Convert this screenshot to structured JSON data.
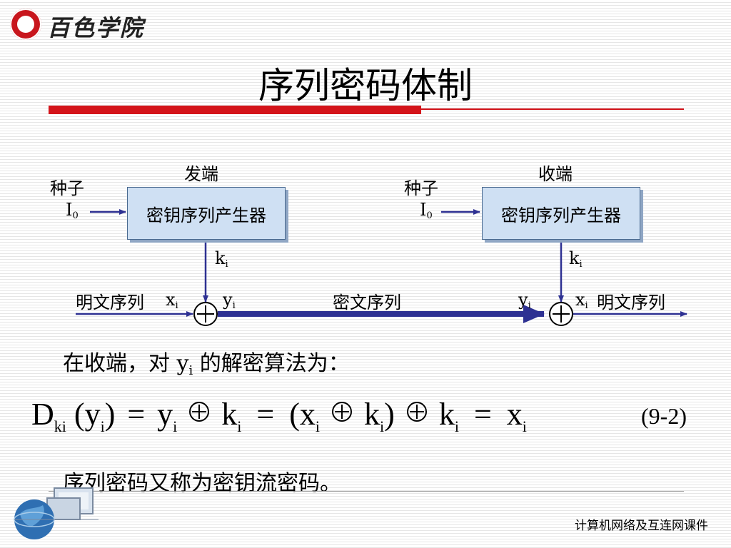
{
  "header": {
    "logo_text": "百色学院",
    "title": "序列密码体制"
  },
  "diagram": {
    "sender_label": "发端",
    "receiver_label": "收端",
    "seed_label": "种子",
    "seed_var": "I",
    "seed_sub": "0",
    "generator_label": "密钥序列产生器",
    "key_var": "k",
    "key_sub": "i",
    "plaintext_label": "明文序列",
    "ciphertext_label": "密文序列",
    "x_var": "x",
    "y_var": "y",
    "idx_sub": "i",
    "accent_color": "#2e3192",
    "box_color": "#cfe0f3"
  },
  "body": {
    "line1_prefix": "在收端，对 ",
    "line1_var": "y",
    "line1_sub": "i",
    "line1_suffix": " 的解密算法为：",
    "equation_number": "(9-2)",
    "line2": "序列密码又称为密钥流密码。"
  },
  "formula": {
    "D": "D",
    "D_sub": "ki",
    "open": "(",
    "y": "y",
    "i": "i",
    "close": ")",
    "eq": "=",
    "k": "k",
    "x": "x"
  },
  "footer": {
    "course": "计算机网络及互连网课件"
  }
}
